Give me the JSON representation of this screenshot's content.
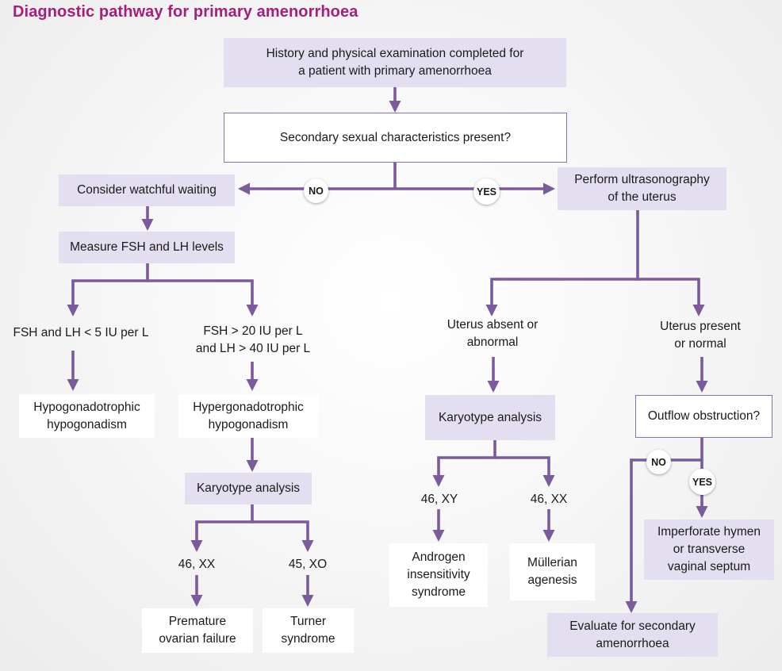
{
  "title": "Diagnostic pathway for primary amenorrhoea",
  "colors": {
    "title": "#a31f7a",
    "connector": "#7b5b9c",
    "box_fill": "#e4dff0",
    "box_border": "#8a72aa"
  },
  "nodes": {
    "history": "History and physical examination completed for\na patient with primary amenorrhoea",
    "secondary_q": "Secondary sexual characteristics present?",
    "watchful": "Consider watchful waiting",
    "ultrasound": "Perform ultrasonography\nof the uterus",
    "measure_fsh": "Measure FSH and LH levels",
    "fsh_low": "FSH and LH < 5 IU per L",
    "fsh_high": "FSH > 20 IU per L\nand LH > 40 IU per L",
    "uterus_absent": "Uterus absent or\nabnormal",
    "uterus_present": "Uterus present\nor normal",
    "hypo_hypo": "Hypogonadotrophic\nhypogonadism",
    "hyper_hypo": "Hypergonadotrophic\nhypogonadism",
    "karyotype_right": "Karyotype analysis",
    "outflow_q": "Outflow obstruction?",
    "karyotype_left": "Karyotype analysis",
    "xy_46": "46, XY",
    "xx_46_right": "46, XX",
    "imperforate": "Imperforate hymen\nor transverse\nvaginal septum",
    "androgen": "Androgen\ninsensitivity\nsyndrome",
    "mullerian": "Müllerian\nagenesis",
    "xx_46_left": "46, XX",
    "xo_45": "45, XO",
    "premature": "Premature\novarian failure",
    "turner": "Turner\nsyndrome",
    "evaluate_secondary": "Evaluate for secondary\namenorrhoea"
  },
  "decisions": {
    "no_1": "NO",
    "yes_1": "YES",
    "no_2": "NO",
    "yes_2": "YES"
  }
}
